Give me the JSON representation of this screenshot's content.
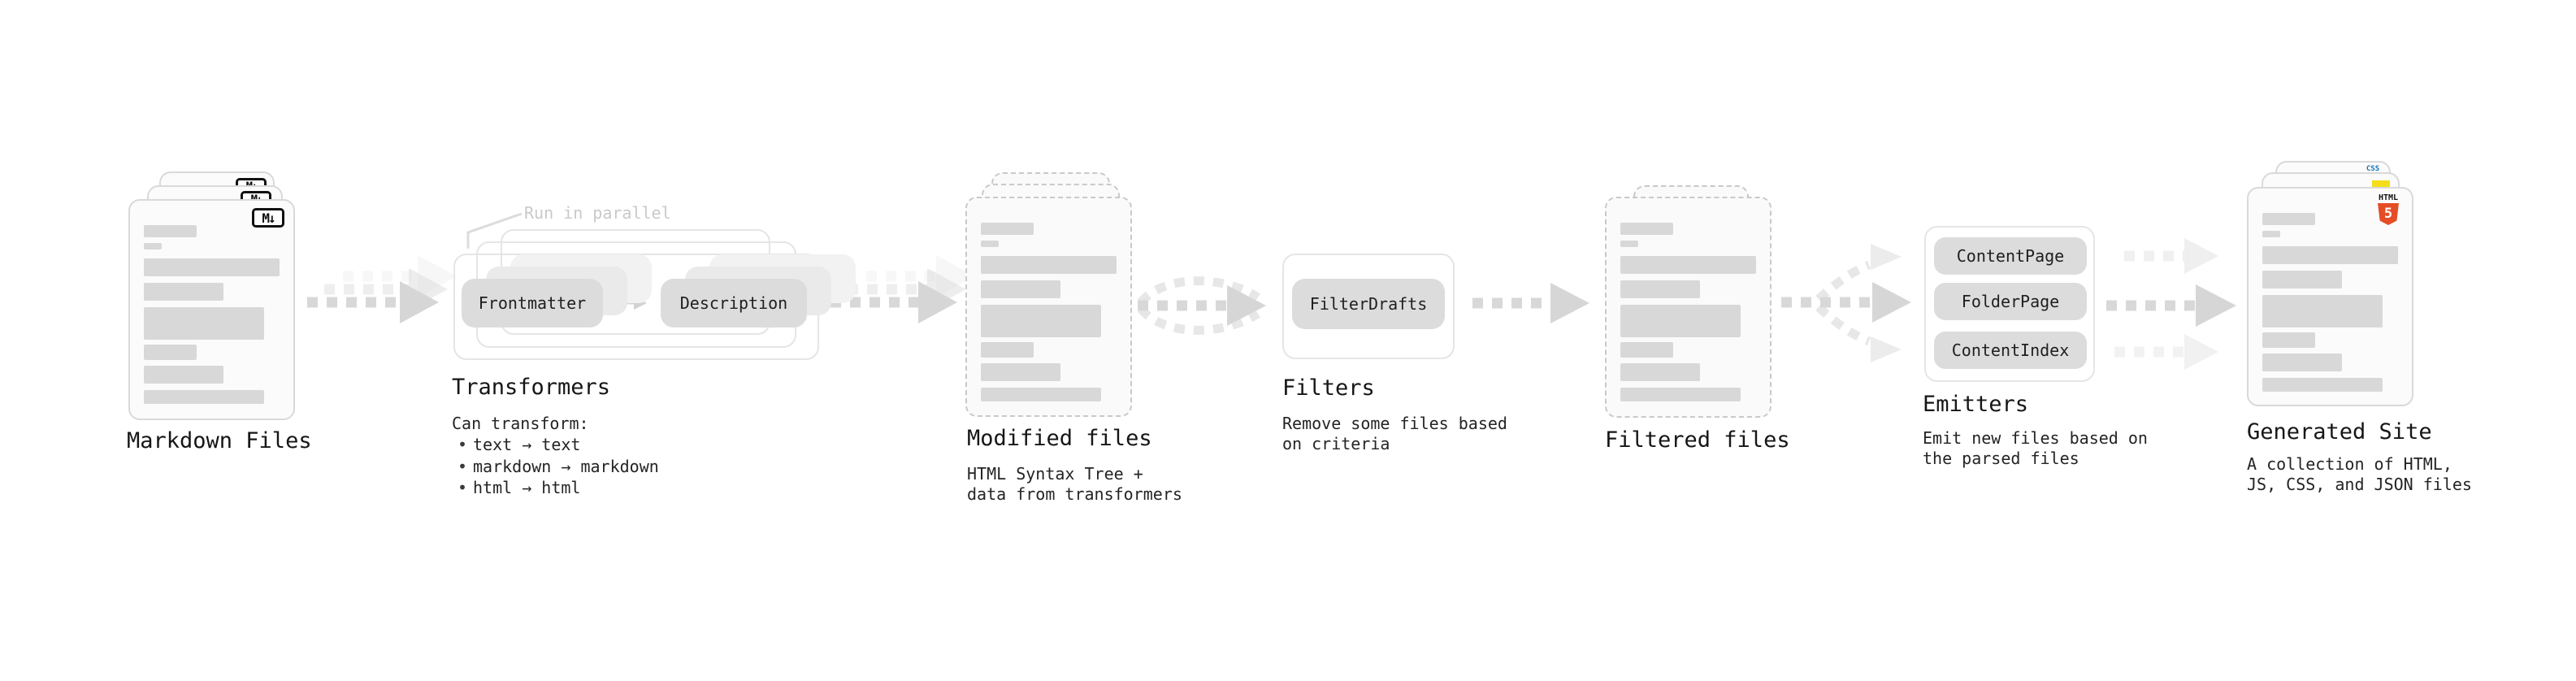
{
  "colors": {
    "arrow": "#d8d8d8",
    "placeholder_bar": "#d8d8d8",
    "html5_orange": "#e44d26",
    "js_yellow": "#f5de19",
    "css_blue": "#1572b6"
  },
  "markdown": {
    "title": "Markdown Files",
    "file_icon": "M↓"
  },
  "transformers": {
    "note": "Run in parallel",
    "pill_left": "Frontmatter",
    "pill_right": "Description",
    "title": "Transformers",
    "desc_heading": "Can transform:",
    "bullet_char": "•",
    "bullet1": "text → text",
    "bullet2": "markdown → markdown",
    "bullet3": "html → html"
  },
  "modified": {
    "title": "Modified files",
    "desc1": "HTML Syntax Tree +",
    "desc2": "data from transformers"
  },
  "filters": {
    "title": "Filters",
    "pill": "FilterDrafts",
    "desc1": "Remove some files based",
    "desc2": "on criteria"
  },
  "filtered": {
    "title": "Filtered files"
  },
  "emitters": {
    "title": "Emitters",
    "pill1": "ContentPage",
    "pill2": "FolderPage",
    "pill3": "ContentIndex",
    "desc1": "Emit new files based on",
    "desc2": "the parsed files"
  },
  "generated": {
    "title": "Generated Site",
    "desc1": "A collection of HTML,",
    "desc2": "JS, CSS, and JSON files",
    "html_label": "HTML",
    "html_number": "5",
    "css_label": "CSS"
  }
}
